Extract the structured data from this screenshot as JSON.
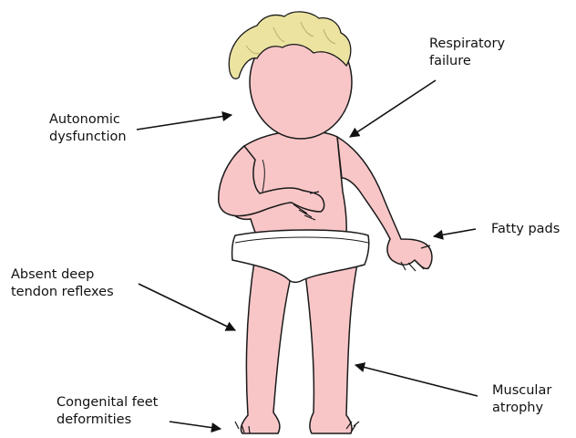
{
  "colors": {
    "skin": "#f9c6c8",
    "outline": "#1a1a1a",
    "hair": "#ece3a1",
    "hair_shade": "#d8cd86",
    "underwear": "#ffffff",
    "arrow": "#111111",
    "text": "#111111"
  },
  "labels": {
    "respiratory": "Respiratory\nfailure",
    "autonomic": "Autonomic\ndysfunction",
    "fatty_pads": "Fatty pads",
    "reflexes": "Absent deep\ntendon reflexes",
    "atrophy": "Muscular\natrophy",
    "feet": "Congenital feet\ndeformities"
  }
}
